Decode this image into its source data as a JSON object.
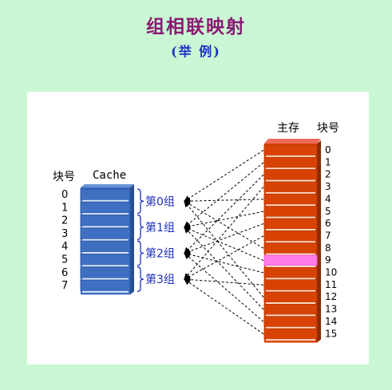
{
  "title": "组相联映射",
  "subtitle": "(举 例)",
  "cache": {
    "header_block": "块号",
    "header_label": "Cache",
    "block_numbers": [
      "0",
      "1",
      "2",
      "3",
      "4",
      "5",
      "6",
      "7"
    ],
    "groups": [
      "第0组",
      "第1组",
      "第2组",
      "第3组"
    ]
  },
  "memory": {
    "header_main": "主存",
    "header_block": "块号",
    "block_numbers": [
      "0",
      "1",
      "2",
      "3",
      "4",
      "5",
      "6",
      "7",
      "8",
      "9",
      "10",
      "11",
      "12",
      "13",
      "14",
      "15"
    ],
    "highlighted_block": 9
  },
  "colors": {
    "cache_fill": "#3f6fc0",
    "memory_fill": "#d84305",
    "memory_top": "#f06a5a",
    "highlight": "#ff7bea",
    "group_text": "#1d2fbf",
    "title_text": "#8a1a73"
  }
}
